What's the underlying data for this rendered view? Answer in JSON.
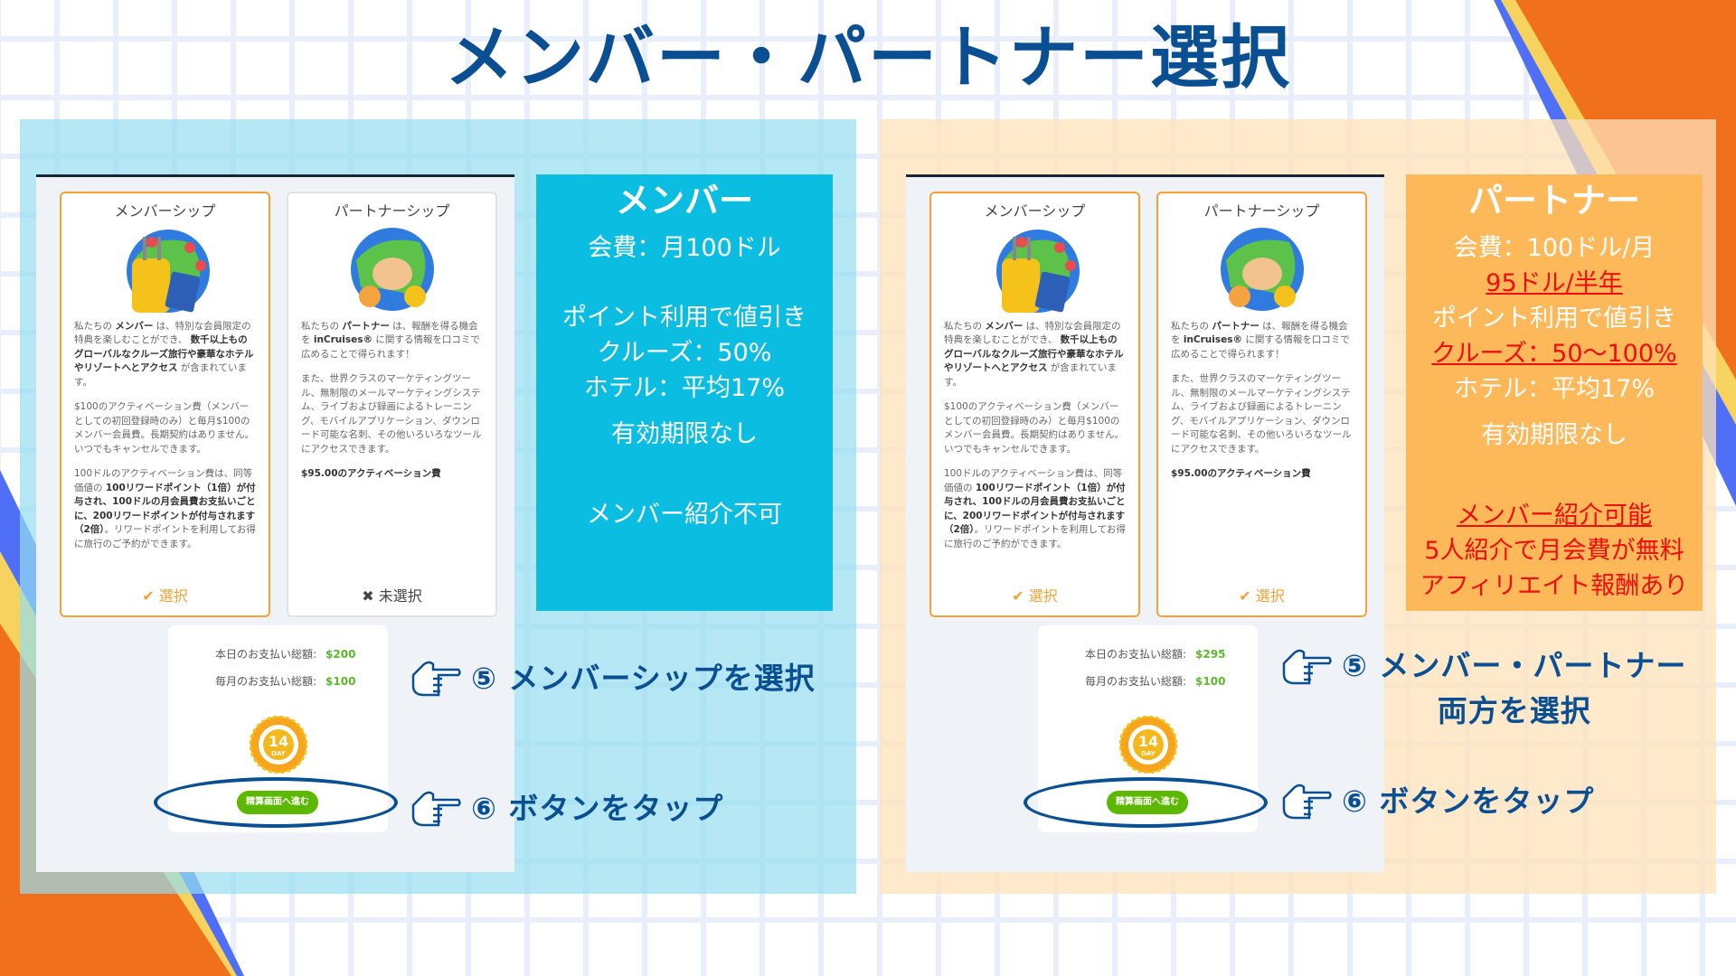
{
  "title": "メンバー・パートナー選択",
  "colors": {
    "brand": "#0b4f93",
    "member_box": "#0bbde0",
    "partner_box": "#fdb85a",
    "select": "#f7a035",
    "price": "#5cb82c",
    "cta": "#5cb800",
    "highlight": "#f00d0d"
  },
  "left": {
    "screenshot": {
      "member_card": {
        "title": "メンバーシップ",
        "p1_a": "私たちの ",
        "p1_b": "メンバー",
        "p1_c": " は、特別な会員限定の特典を楽しむことができ、 ",
        "p1_d": "数千以上ものグローバルなクルーズ旅行や豪華なホテルやリゾートへとアクセス",
        "p1_e": " が含まれています。",
        "p2": "$100のアクティベーション費（メンバーとしての初回登録時のみ）と毎月$100のメンバー会員費。長期契約はありません。いつでもキャンセルできます。",
        "p3_a": "100ドルのアクティベーション費は、同等価値の ",
        "p3_b": "100リワードポイント（1倍）が付与され、100ドルの月会員費お支払いごとに、200リワードポイントが付与されます（2倍）",
        "p3_c": "。リワードポイントを利用してお得に旅行のご予約ができます。",
        "status": "選択",
        "status_icon": "check-icon"
      },
      "partner_card": {
        "title": "パートナーシップ",
        "p1_a": "私たちの ",
        "p1_b": "パートナー",
        "p1_c": " は、報酬を得る機会を ",
        "p1_d": "inCruises®",
        "p1_e": " に関する情報を口コミで広めることで得られます！",
        "p2": "また、世界クラスのマーケティングツール、無制限のメールマーケティングシステム、ライブおよび録画によるトレーニング、モバイルアプリケーション、ダウンロード可能な名刺、その他いろいろなツールにアクセスできます。",
        "p3": "$95.00のアクティベーション費",
        "status": "未選択",
        "status_icon": "x-icon"
      },
      "summary": {
        "today_label": "本日のお支払い総額:",
        "today_value": "$200",
        "monthly_label": "毎月のお支払い総額:",
        "monthly_value": "$100",
        "badge_number": "14",
        "badge_unit": "DAY",
        "cta": "精算画面へ進む"
      }
    },
    "info": {
      "heading": "メンバー",
      "fee": "会費：月100ドル",
      "discount": "ポイント利用で値引き",
      "cruise": "クルーズ：50%",
      "hotel": "ホテル：平均17%",
      "expiry": "有効期限なし",
      "referral": "メンバー紹介不可"
    },
    "steps": {
      "step5": "⑤ メンバーシップを選択",
      "step6": "⑥ ボタンをタップ"
    }
  },
  "right": {
    "screenshot": {
      "partner_status": "選択",
      "summary": {
        "today_value": "$295",
        "monthly_value": "$100"
      }
    },
    "info": {
      "heading": "パートナー",
      "fee": "会費：100ドル/月",
      "fee_half": "95ドル/半年",
      "discount": "ポイント利用で値引き",
      "cruise": "クルーズ：50〜100%",
      "hotel": "ホテル：平均17%",
      "expiry": "有効期限なし",
      "referral": "メンバー紹介可能",
      "free": "5人紹介で月会費が無料",
      "affiliate": "アフィリエイト報酬あり"
    },
    "steps": {
      "step5_line1": "⑤ メンバー・パートナー",
      "step5_line2": "両方を選択",
      "step6": "⑥ ボタンをタップ"
    }
  }
}
